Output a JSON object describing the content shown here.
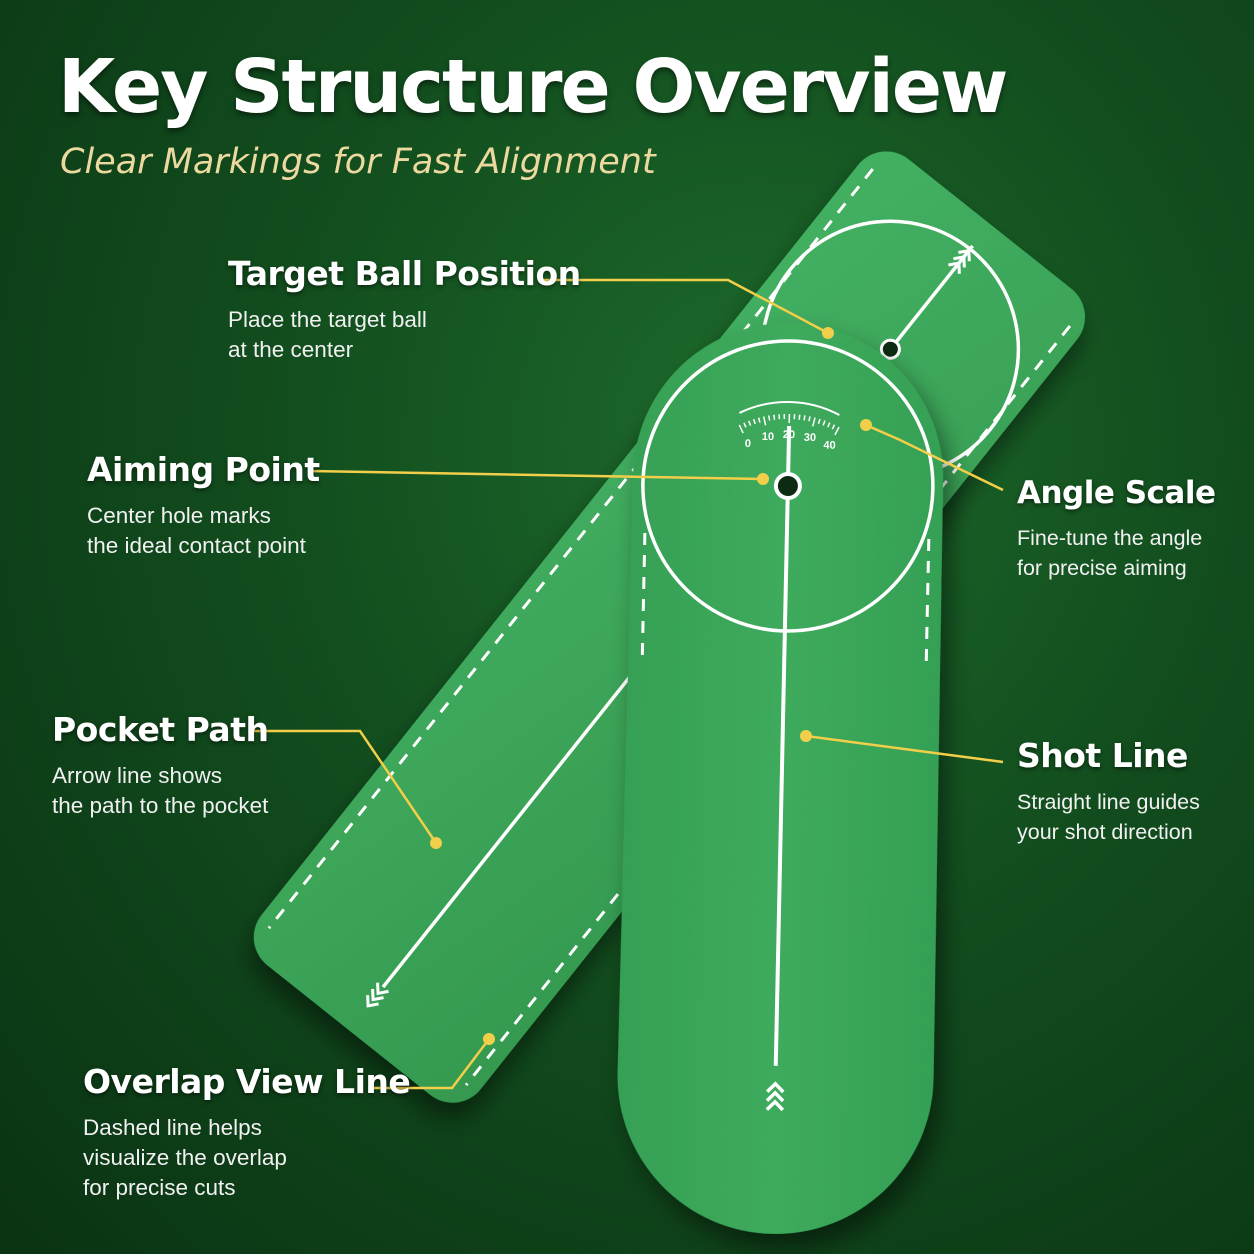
{
  "header": {
    "title": "Key Structure Overview",
    "subtitle": "Clear Markings for Fast Alignment"
  },
  "colors": {
    "background": "#124d1e",
    "strip_fill": "#3ca55c",
    "marking": "#ffffff",
    "callout": "#f2cf4a",
    "subtitle": "#ecd9a0"
  },
  "angle_scale": {
    "ticks": [
      "0",
      "10",
      "20",
      "30",
      "40"
    ]
  },
  "callouts": {
    "target_ball": {
      "title": "Target Ball Position",
      "lines": [
        "Place the target ball",
        "at the center"
      ]
    },
    "aiming_point": {
      "title": "Aiming Point",
      "lines": [
        "Center hole marks",
        "the ideal contact point"
      ]
    },
    "angle_scale": {
      "title": "Angle Scale",
      "lines": [
        "Fine-tune the angle",
        "for precise aiming"
      ]
    },
    "pocket_path": {
      "title": "Pocket Path",
      "lines": [
        "Arrow line shows",
        "the path to the pocket"
      ]
    },
    "shot_line": {
      "title": "Shot Line",
      "lines": [
        "Straight line guides",
        "your shot direction"
      ]
    },
    "overlap_view": {
      "title": "Overlap View Line",
      "lines": [
        "Dashed line helps",
        "visualize the overlap",
        "for precise cuts"
      ]
    }
  }
}
